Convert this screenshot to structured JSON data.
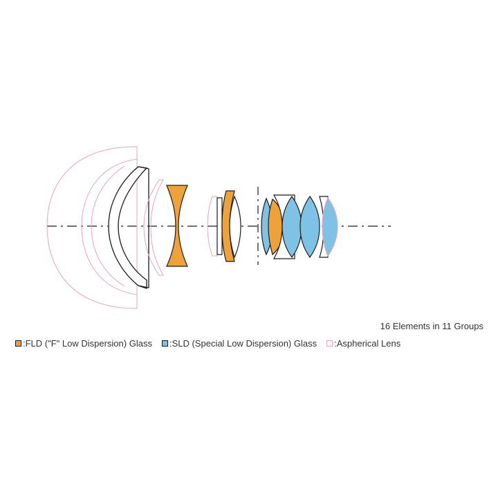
{
  "diagram": {
    "elements_summary": "16 Elements in 11 Groups",
    "legend": [
      {
        "label": ":FLD (\"F\" Low Dispersion) Glass",
        "color": "#f0a23a",
        "outline": "#1a1a1a"
      },
      {
        "label": ":SLD (Special Low Dispersion) Glass",
        "color": "#7ec3e6",
        "outline": "#1a1a1a"
      },
      {
        "label": ":Aspherical Lens",
        "color": "#ffffff",
        "outline": "#e4a6bf"
      }
    ],
    "colors": {
      "fld": "#f0a23a",
      "sld": "#7ec3e6",
      "aspherical_outline": "#e4a6bf",
      "lens_outline": "#1a1a1a",
      "optical_axis": "#1a1a1a"
    }
  }
}
